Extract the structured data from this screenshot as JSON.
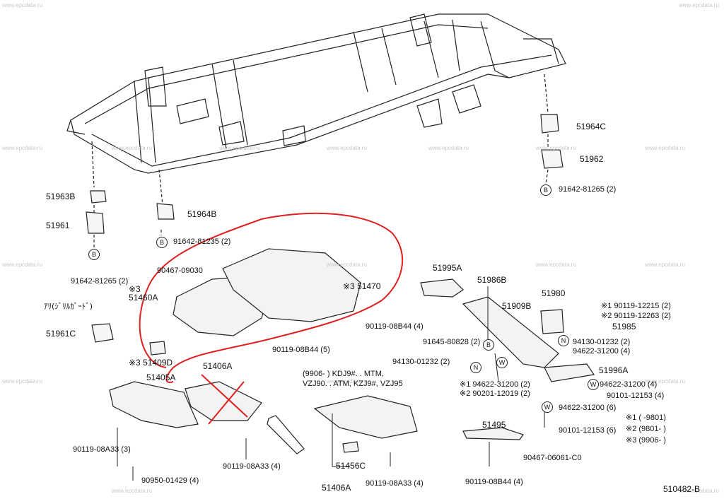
{
  "watermark": "www.epcdata.ru",
  "diagram_code": "510482-B",
  "callouts": {
    "c51964C": "51964C",
    "c51962": "51962",
    "c91642_81265_r": "91642-81265 (2)",
    "c51963B": "51963B",
    "c51961": "51961",
    "c91642_81265_l": "91642-81265 (2)",
    "c51964B": "51964B",
    "c91642_81235": "91642-81235 (2)",
    "c90467_09030": "90467-09030",
    "c51460A": "※3\n51460A",
    "c51470": "※3 51470",
    "c90119_08B44_4": "90119-08B44 (4)",
    "c90119_08B44_5": "90119-08B44 (5)",
    "c51409D": "※3 51409D",
    "c51405A": "51405A",
    "c51406A_top": "51406A",
    "c51961C": "51961C",
    "c90119_08A33_3": "90119-08A33 (3)",
    "c90950_01429": "90950-01429 (4)",
    "c90119_08A33_4a": "90119-08A33 (4)",
    "c51995A": "51995A",
    "c51986B": "51986B",
    "c51909B": "51909B",
    "c51980": "51980",
    "c90119_12215": "※1 90119-12215 (2)",
    "c90119_12263": "※2 90119-12263 (2)",
    "c51985": "51985",
    "c91645_80828": "91645-80828 (2)",
    "c94130_01232_r": "94130-01232 (2)",
    "c94622_31200_4a": "94622-31200 (4)",
    "c94130_01232_l": "94130-01232 (2)",
    "c51996A": "51996A",
    "c94622_31200_2": "※1 94622-31200 (2)",
    "c90201_12019": "※2 90201-12019 (2)",
    "c94622_31200_4b": "94622-31200 (4)",
    "c90101_12153_4": "90101-12153 (4)",
    "c94622_31200_6": "94622-31200 (6)",
    "c90101_12153_6": "90101-12153 (6)",
    "c51495": "51495",
    "c90467_06061": "90467-06061-C0",
    "c90119_08B44_4b": "90119-08B44 (4)",
    "c51456C": "51456C",
    "c51406A_bot": "51406A",
    "c90119_08A33_4b": "90119-08A33 (4)"
  },
  "notes": {
    "japanese_label": "ｱﾘ(ｼﾞﾘﾙｶﾞｰﾄﾞ)",
    "applicability_1": "(9906-        ) KDJ9#. . MTM,",
    "applicability_2": "VZJ90. . ATM, KZJ9#, VZJ95",
    "legend_1": "※1  (        -9801)",
    "legend_2": "※2  (9801-        )",
    "legend_3": "※3  (9906-        )"
  },
  "markers": {
    "B": "B",
    "N": "N",
    "W": "W"
  },
  "colors": {
    "ink": "#222222",
    "red_annotation": "#e02020",
    "watermark": "#c8c8c8"
  }
}
